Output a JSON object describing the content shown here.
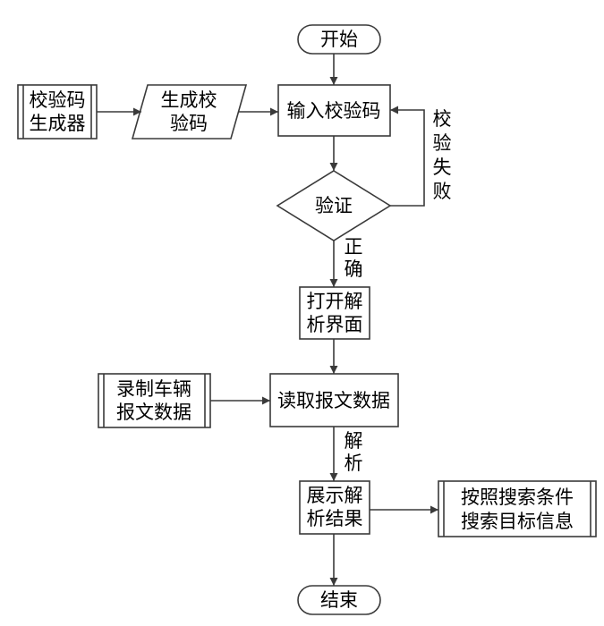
{
  "nodes": {
    "start": "开始",
    "generator": [
      "校验码",
      "生成器"
    ],
    "generate_code": [
      "生成校",
      "验码"
    ],
    "input_code": "输入校验码",
    "verify": "验证",
    "open_ui": [
      "打开解",
      "析界面"
    ],
    "record": [
      "录制车辆",
      "报文数据"
    ],
    "read_data": "读取报文数据",
    "show_result": [
      "展示解",
      "析结果"
    ],
    "search": [
      "按照搜索条件",
      "搜索目标信息"
    ],
    "end": "结束"
  },
  "edges": {
    "fail": [
      "校",
      "验",
      "失",
      "败"
    ],
    "correct": [
      "正",
      "确"
    ],
    "parse": [
      "解",
      "析"
    ]
  }
}
